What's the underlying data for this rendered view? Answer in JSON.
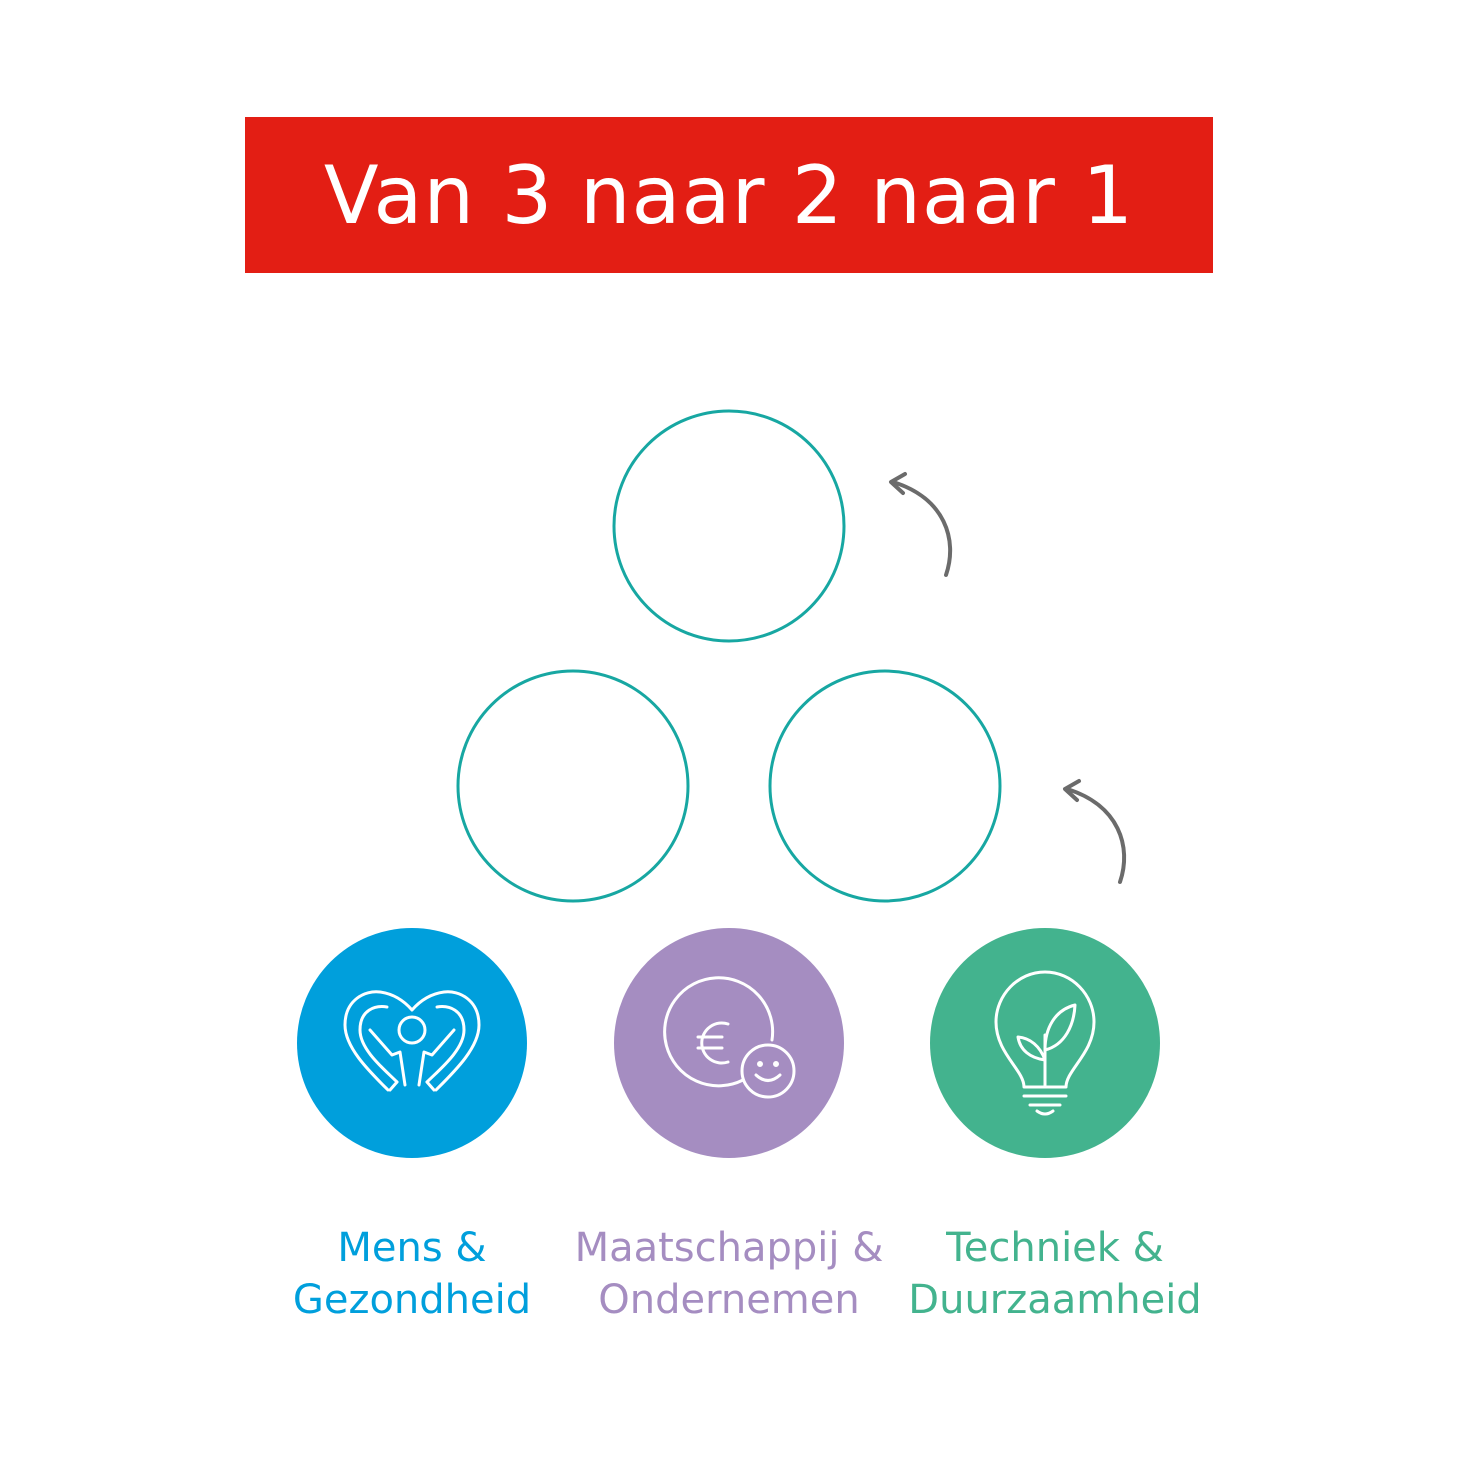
{
  "title": "Van 3 naar 2 naar 1",
  "colors": {
    "banner": "#e31e14",
    "ring": "#17a7a2",
    "arrow": "#6b6b6b",
    "blue": "#009fdc",
    "purple": "#a58dc1",
    "green": "#43b38e"
  },
  "categories": [
    {
      "line1": "Mens &",
      "line2": "Gezondheid",
      "color": "#009fdc",
      "icon": "heart-person-icon"
    },
    {
      "line1": "Maatschappij &",
      "line2": "Ondernemen",
      "color": "#a58dc1",
      "icon": "euro-smiley-icon"
    },
    {
      "line1": "Techniek &",
      "line2": "Duurzaamheid",
      "color": "#43b38e",
      "icon": "lightbulb-plant-icon"
    }
  ]
}
